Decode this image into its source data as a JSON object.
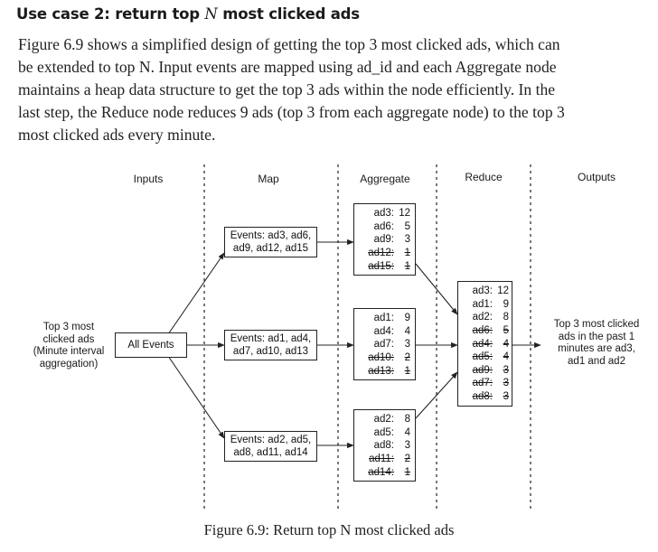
{
  "heading": {
    "prefix": "Use case 2: return top ",
    "math": "N",
    "suffix": " most clicked ads"
  },
  "paragraph_lines": [
    "Figure 6.9 shows a simplified design of getting the top 3 most clicked ads, which can",
    "be extended to top N. Input events are mapped using ad_id and each Aggregate node",
    "maintains a heap data structure to get the top 3 ads within the node efficiently. In the",
    "last step, the Reduce node reduces 9 ads (top 3 from each aggregate node) to the top 3",
    "most clicked ads every minute."
  ],
  "figure": {
    "columns": {
      "inputs": "Inputs",
      "map": "Map",
      "aggregate": "Aggregate",
      "reduce": "Reduce",
      "outputs": "Outputs"
    },
    "input_label_lines": [
      "Top 3 most",
      "clicked ads",
      "(Minute interval",
      "aggregation)"
    ],
    "all_events": "All Events",
    "map_boxes": [
      {
        "lines": [
          "Events: ad3, ad6,",
          "ad9, ad12, ad15"
        ]
      },
      {
        "lines": [
          "Events: ad1, ad4,",
          "ad7, ad10, ad13"
        ]
      },
      {
        "lines": [
          "Events: ad2, ad5,",
          "ad8, ad11, ad14"
        ]
      }
    ],
    "aggregate_boxes": [
      {
        "rows": [
          {
            "ad": "ad3:",
            "count": "12",
            "struck": false
          },
          {
            "ad": "ad6:",
            "count": "5",
            "struck": false
          },
          {
            "ad": "ad9:",
            "count": "3",
            "struck": false
          },
          {
            "ad": "ad12:",
            "count": "1",
            "struck": true
          },
          {
            "ad": "ad15:",
            "count": "1",
            "struck": true
          }
        ]
      },
      {
        "rows": [
          {
            "ad": "ad1:",
            "count": "9",
            "struck": false
          },
          {
            "ad": "ad4:",
            "count": "4",
            "struck": false
          },
          {
            "ad": "ad7:",
            "count": "3",
            "struck": false
          },
          {
            "ad": "ad10:",
            "count": "2",
            "struck": true
          },
          {
            "ad": "ad13:",
            "count": "1",
            "struck": true
          }
        ]
      },
      {
        "rows": [
          {
            "ad": "ad2:",
            "count": "8",
            "struck": false
          },
          {
            "ad": "ad5:",
            "count": "4",
            "struck": false
          },
          {
            "ad": "ad8:",
            "count": "3",
            "struck": false
          },
          {
            "ad": "ad11:",
            "count": "2",
            "struck": true
          },
          {
            "ad": "ad14:",
            "count": "1",
            "struck": true
          }
        ]
      }
    ],
    "reduce_box": {
      "rows": [
        {
          "ad": "ad3:",
          "count": "12",
          "struck": false
        },
        {
          "ad": "ad1:",
          "count": "9",
          "struck": false
        },
        {
          "ad": "ad2:",
          "count": "8",
          "struck": false
        },
        {
          "ad": "ad6:",
          "count": "5",
          "struck": true
        },
        {
          "ad": "ad4:",
          "count": "4",
          "struck": true
        },
        {
          "ad": "ad5:",
          "count": "4",
          "struck": true
        },
        {
          "ad": "ad9:",
          "count": "3",
          "struck": true
        },
        {
          "ad": "ad7:",
          "count": "3",
          "struck": true
        },
        {
          "ad": "ad8:",
          "count": "3",
          "struck": true
        }
      ]
    },
    "output_lines": [
      "Top 3 most clicked",
      "ads in the past 1",
      "minutes are ad3,",
      "ad1 and ad2"
    ]
  },
  "caption": "Figure 6.9: Return top N most clicked ads"
}
